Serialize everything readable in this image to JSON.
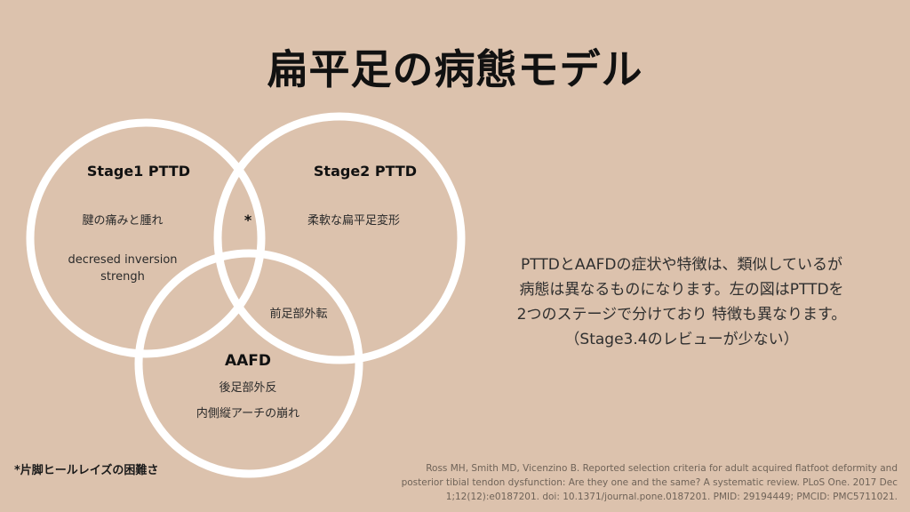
{
  "slide": {
    "title": "扁平足の病態モデル",
    "background_color": "#dcc2ad",
    "circle_color": "#ffffff"
  },
  "venn": {
    "stage1": {
      "heading": "Stage1 PTTD",
      "items": [
        "腱の痛みと腫れ",
        "decresed inversion",
        "strengh"
      ]
    },
    "stage2": {
      "heading": "Stage2 PTTD",
      "items": [
        "柔軟な扁平足変形"
      ]
    },
    "overlap_stage1_stage2": "*",
    "overlap_stage2_aafd": "前足部外転",
    "aafd": {
      "heading": "AAFD",
      "items": [
        "後足部外反",
        "内側縦アーチの崩れ"
      ]
    }
  },
  "side_text": {
    "lines": [
      "PTTDとAAFDの症状や特徴は、類似しているが",
      "病態は異なるものになります。左の図はPTTDを",
      "2つのステージで分けており 特徴も異なります。",
      "（Stage3.4のレビューが少ない）"
    ]
  },
  "footnote": "*片脚ヒールレイズの困難さ",
  "reference": {
    "lines": [
      "Ross MH, Smith MD, Vicenzino B. Reported selection criteria for adult acquired flatfoot deformity and",
      "posterior tibial tendon dysfunction: Are they one and the same? A systematic review. PLoS One. 2017 Dec",
      "1;12(12):e0187201. doi: 10.1371/journal.pone.0187201. PMID: 29194449; PMCID: PMC5711021."
    ]
  }
}
